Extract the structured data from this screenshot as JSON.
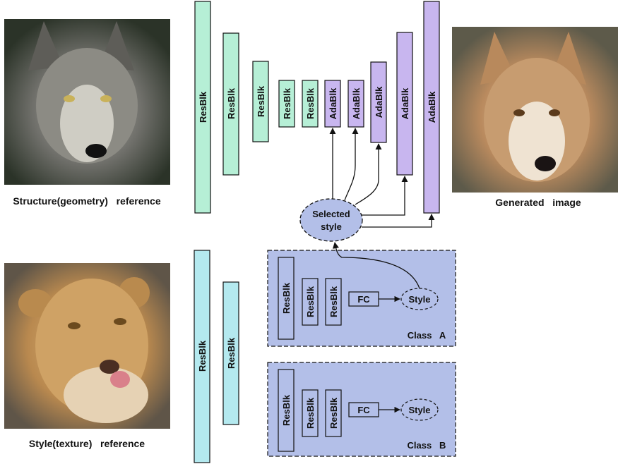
{
  "captions": {
    "structure": "Structure(geometry)   reference",
    "style": "Style(texture)   reference",
    "generated": "Generated   image"
  },
  "blocks": {
    "resblk": "ResBlk",
    "adablk": "AdaBlk",
    "fc": "FC",
    "style": "Style"
  },
  "selected_style": [
    "Selected",
    "style"
  ],
  "classes": [
    "Class   A",
    "Class   B"
  ],
  "colors": {
    "resblk_green": "#b6efd6",
    "resblk_cyan": "#b4e9ef",
    "adablk_purple": "#c8b6ef",
    "class_box": "#b3bfe8",
    "selected_fill": "#b3bfe8",
    "wolf_gray": "#7d7d78",
    "wolf_tan": "#c49a6c",
    "lion_tan": "#c9a064"
  },
  "images": [
    "wolf-photo",
    "lioness-photo",
    "generated-wolf-photo"
  ]
}
